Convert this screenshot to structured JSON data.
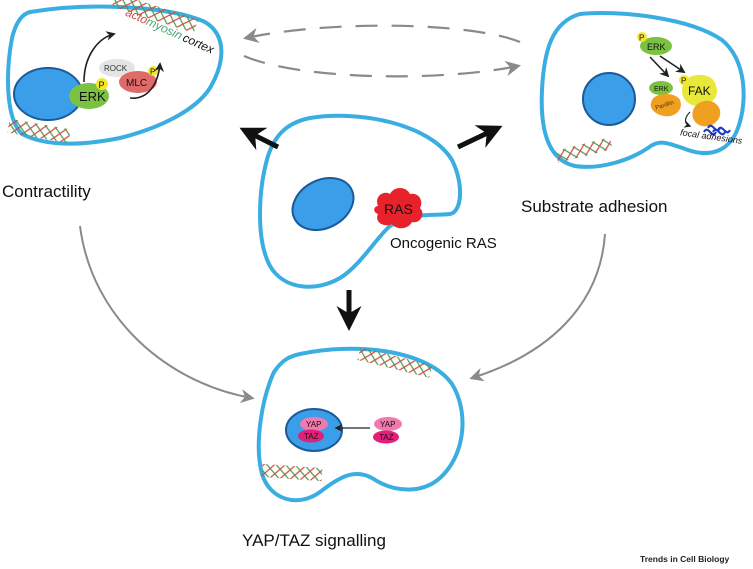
{
  "labels": {
    "contractility": "Contractility",
    "substrate_adhesion": "Substrate adhesion",
    "oncogenic_ras": "Oncogenic RAS",
    "yap_taz_signalling": "YAP/TAZ signalling",
    "credit": "Trends in Cell Biology"
  },
  "proteins": {
    "ras": "RAS",
    "erk": "ERK",
    "rock": "ROCK",
    "mlc": "MLC",
    "fak": "FAK",
    "paxillin": "Paxillin",
    "yap": "YAP",
    "taz": "TAZ",
    "phospho": "P"
  },
  "annotations": {
    "acto": "acto",
    "myosin": "myosin",
    "cortex": "cortex",
    "focal_adhesions": "focal adhesions"
  },
  "colors": {
    "membrane": "#3aaee0",
    "nucleus": "#3a9ee8",
    "ras": "#e8222a",
    "erk": "#7cc242",
    "mlc": "#e06a6a",
    "phospho": "#f2e62e",
    "fak": "#e8e83a",
    "paxillin": "#f0a020",
    "yap": "#f07ab0",
    "taz": "#e0207a",
    "actin_red": "#e04040",
    "actin_green": "#4a9a4a"
  }
}
